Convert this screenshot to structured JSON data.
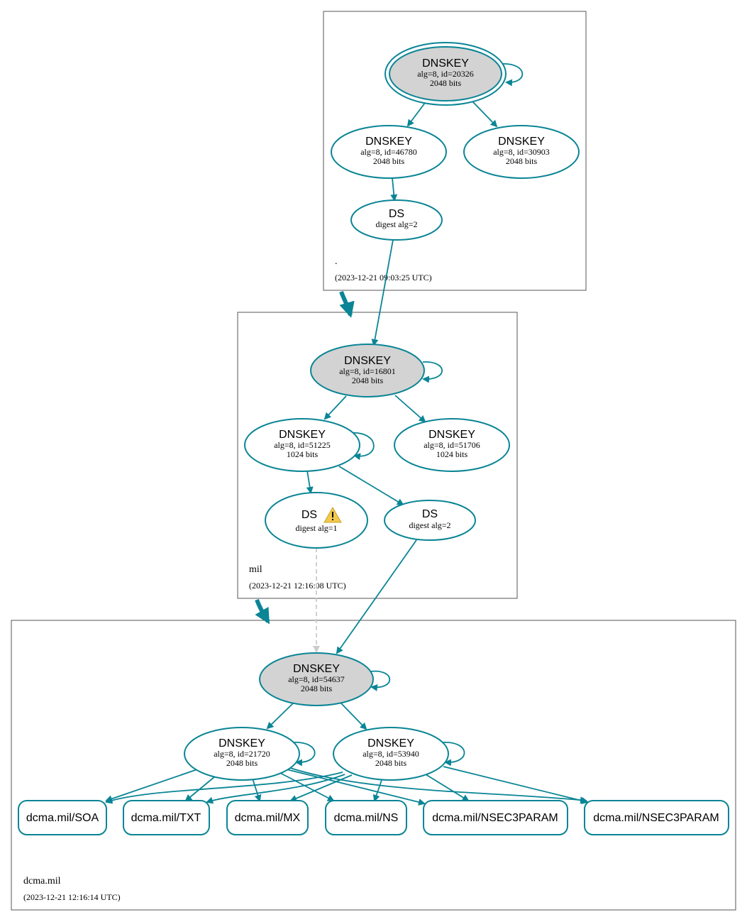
{
  "colors": {
    "edge": "#0a8595",
    "sep_fill": "#d3d3d3",
    "dashed_edge": "#cccccc",
    "warning": "#f2c94c"
  },
  "zones": {
    "root": {
      "name": ".",
      "time": "(2023-12-21 09:03:25 UTC)"
    },
    "mil": {
      "name": "mil",
      "time": "(2023-12-21 12:16:08 UTC)"
    },
    "dcma": {
      "name": "dcma.mil",
      "time": "(2023-12-21 12:16:14 UTC)"
    }
  },
  "nodes": {
    "root_ksk": {
      "title": "DNSKEY",
      "line1": "alg=8, id=20326",
      "line2": "2048 bits"
    },
    "root_zsk1": {
      "title": "DNSKEY",
      "line1": "alg=8, id=46780",
      "line2": "2048 bits"
    },
    "root_zsk2": {
      "title": "DNSKEY",
      "line1": "alg=8, id=30903",
      "line2": "2048 bits"
    },
    "root_ds": {
      "title": "DS",
      "line1": "digest alg=2"
    },
    "mil_ksk": {
      "title": "DNSKEY",
      "line1": "alg=8, id=16801",
      "line2": "2048 bits"
    },
    "mil_zsk1": {
      "title": "DNSKEY",
      "line1": "alg=8, id=51225",
      "line2": "1024 bits"
    },
    "mil_zsk2": {
      "title": "DNSKEY",
      "line1": "alg=8, id=51706",
      "line2": "1024 bits"
    },
    "mil_ds1": {
      "title": "DS",
      "line1": "digest alg=1",
      "icon": "warning-icon"
    },
    "mil_ds2": {
      "title": "DS",
      "line1": "digest alg=2"
    },
    "dcma_ksk": {
      "title": "DNSKEY",
      "line1": "alg=8, id=54637",
      "line2": "2048 bits"
    },
    "dcma_zsk1": {
      "title": "DNSKEY",
      "line1": "alg=8, id=21720",
      "line2": "2048 bits"
    },
    "dcma_zsk2": {
      "title": "DNSKEY",
      "line1": "alg=8, id=53940",
      "line2": "2048 bits"
    }
  },
  "rrsets": {
    "soa": "dcma.mil/SOA",
    "txt": "dcma.mil/TXT",
    "mx": "dcma.mil/MX",
    "ns": "dcma.mil/NS",
    "nsec3param1": "dcma.mil/NSEC3PARAM",
    "nsec3param2": "dcma.mil/NSEC3PARAM"
  }
}
